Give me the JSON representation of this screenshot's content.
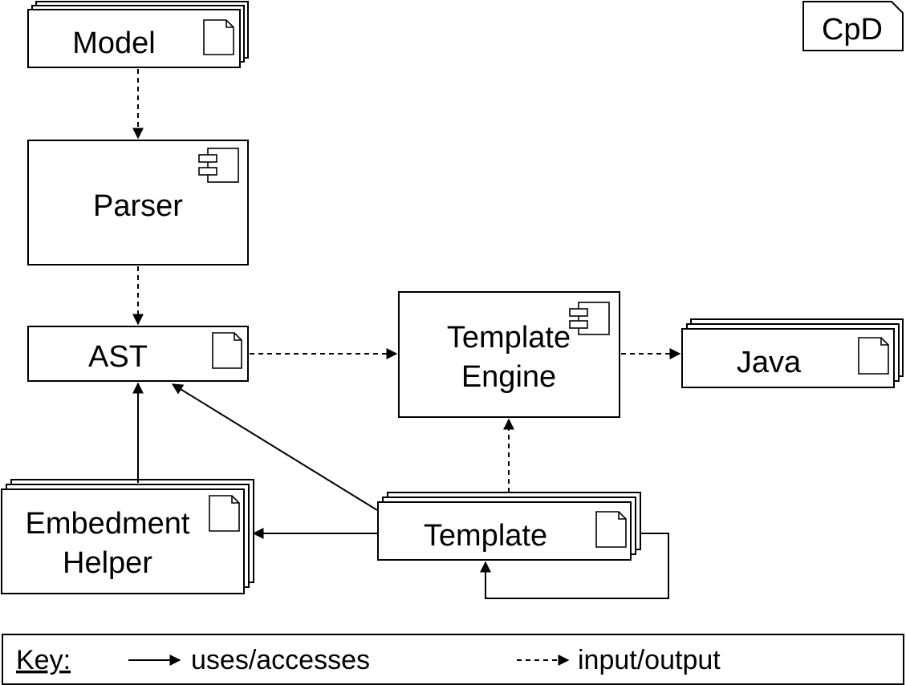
{
  "diagram": {
    "tag": "CpD",
    "nodes": {
      "model": "Model",
      "parser": "Parser",
      "ast": "AST",
      "template_engine": [
        "Template",
        "Engine"
      ],
      "java": "Java",
      "embedment_helper": [
        "Embedment",
        "Helper"
      ],
      "template": "Template"
    },
    "key": {
      "title": "Key:",
      "solid_label": "uses/accesses",
      "dashed_label": "input/output"
    }
  }
}
